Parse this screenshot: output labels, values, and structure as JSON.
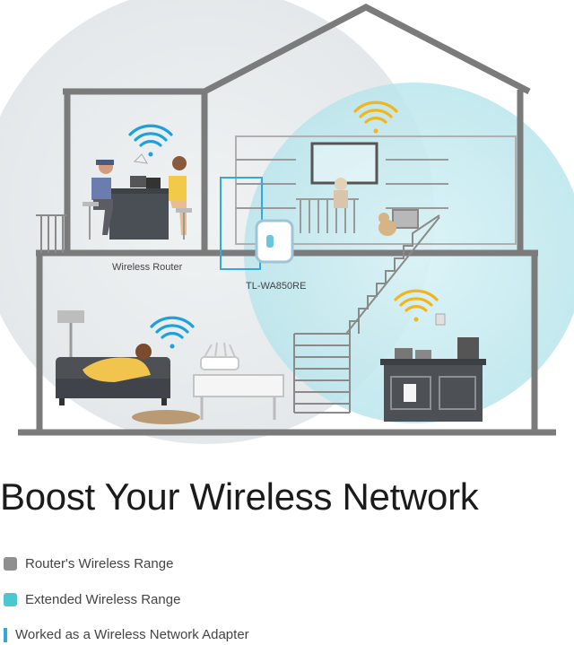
{
  "diagram": {
    "labels": {
      "router": "Wireless Router",
      "extender": "TL-WA850RE"
    }
  },
  "headline": "Boost Your Wireless Network",
  "legend": [
    {
      "label": "Router's Wireless Range",
      "color": "#8f8f8f"
    },
    {
      "label": "Extended Wireless Range",
      "color": "#4cc7cf"
    },
    {
      "label": "Worked as a Wireless Network Adapter",
      "color": "#34a9d9"
    }
  ],
  "colors": {
    "wall": "#7b7b7b",
    "router_range": "#e6e9eb",
    "extended_range": "#c6ebf0",
    "wifi_router": "#1da0dc",
    "wifi_extended": "#f2b51a"
  }
}
